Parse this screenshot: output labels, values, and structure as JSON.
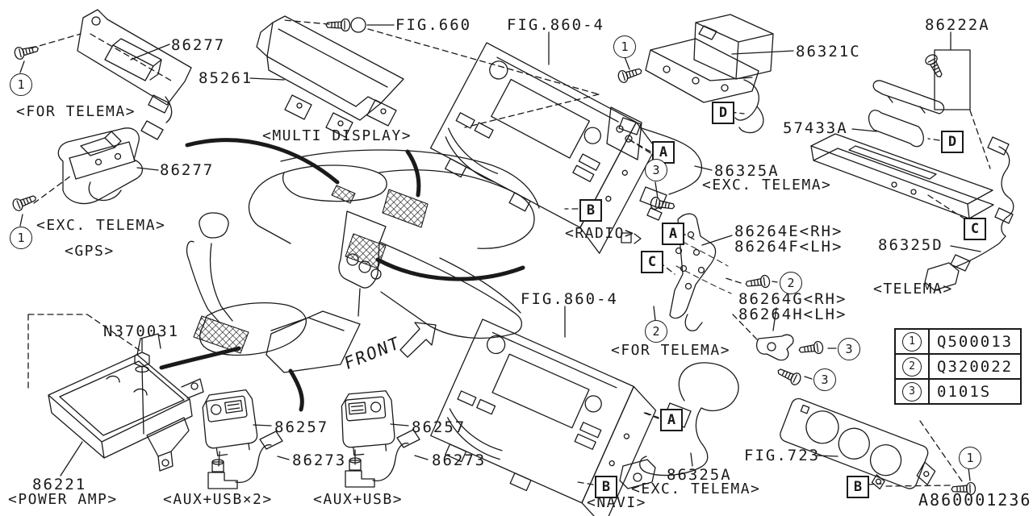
{
  "colors": {
    "ink": "#1a1a1a",
    "background": "#ffffff"
  },
  "footer": {
    "drawing_code": "A860001236"
  },
  "orientation": {
    "front_label": "FRONT"
  },
  "legend": {
    "rows": [
      {
        "num": "1",
        "code": "Q500013"
      },
      {
        "num": "2",
        "code": "Q320022"
      },
      {
        "num": "3",
        "code": "0101S"
      }
    ]
  },
  "callouts": {
    "a": "A",
    "b": "B",
    "c": "C",
    "d": "D",
    "n1": "1",
    "n2": "2",
    "n3": "3"
  },
  "parts": {
    "p86277_telema": {
      "number": "86277",
      "variant": "<FOR TELEMA>"
    },
    "p86277_gps": {
      "number": "86277",
      "variant": "<EXC. TELEMA>",
      "variant2": "<GPS>"
    },
    "p85261": {
      "number": "85261",
      "variant": "<MULTI DISPLAY>"
    },
    "fig660": {
      "ref": "FIG.660"
    },
    "fig860_radio": {
      "ref": "FIG.860-4",
      "variant": "<RADIO>"
    },
    "fig860_navi": {
      "ref": "FIG.860-4",
      "variant": "<NAVI>"
    },
    "fig723": {
      "ref": "FIG.723"
    },
    "p86321c": {
      "number": "86321C"
    },
    "p57433a": {
      "number": "57433A"
    },
    "p86222a": {
      "number": "86222A"
    },
    "p86325d": {
      "number": "86325D",
      "variant": "<TELEMA>"
    },
    "p86325a_top": {
      "number": "86325A",
      "variant": "<EXC. TELEMA>"
    },
    "p86325a_bottom": {
      "number": "86325A",
      "variant": "<EXC. TELEMA>"
    },
    "p86264e": {
      "number": "86264E<RH>"
    },
    "p86264f": {
      "number": "86264F<LH>"
    },
    "p86264g": {
      "number": "86264G<RH>"
    },
    "p86264h": {
      "number": "86264H<LH>"
    },
    "bracket_for_telema": {
      "variant": "<FOR TELEMA>"
    },
    "n370031": {
      "number": "N370031"
    },
    "p86221": {
      "number": "86221",
      "variant": "<POWER AMP>"
    },
    "p86257_left": {
      "number": "86257",
      "variant": "<AUX+USB×2>"
    },
    "p86257_right": {
      "number": "86257",
      "variant": "<AUX+USB>"
    },
    "p86273_left": {
      "number": "86273"
    },
    "p86273_right": {
      "number": "86273"
    }
  }
}
